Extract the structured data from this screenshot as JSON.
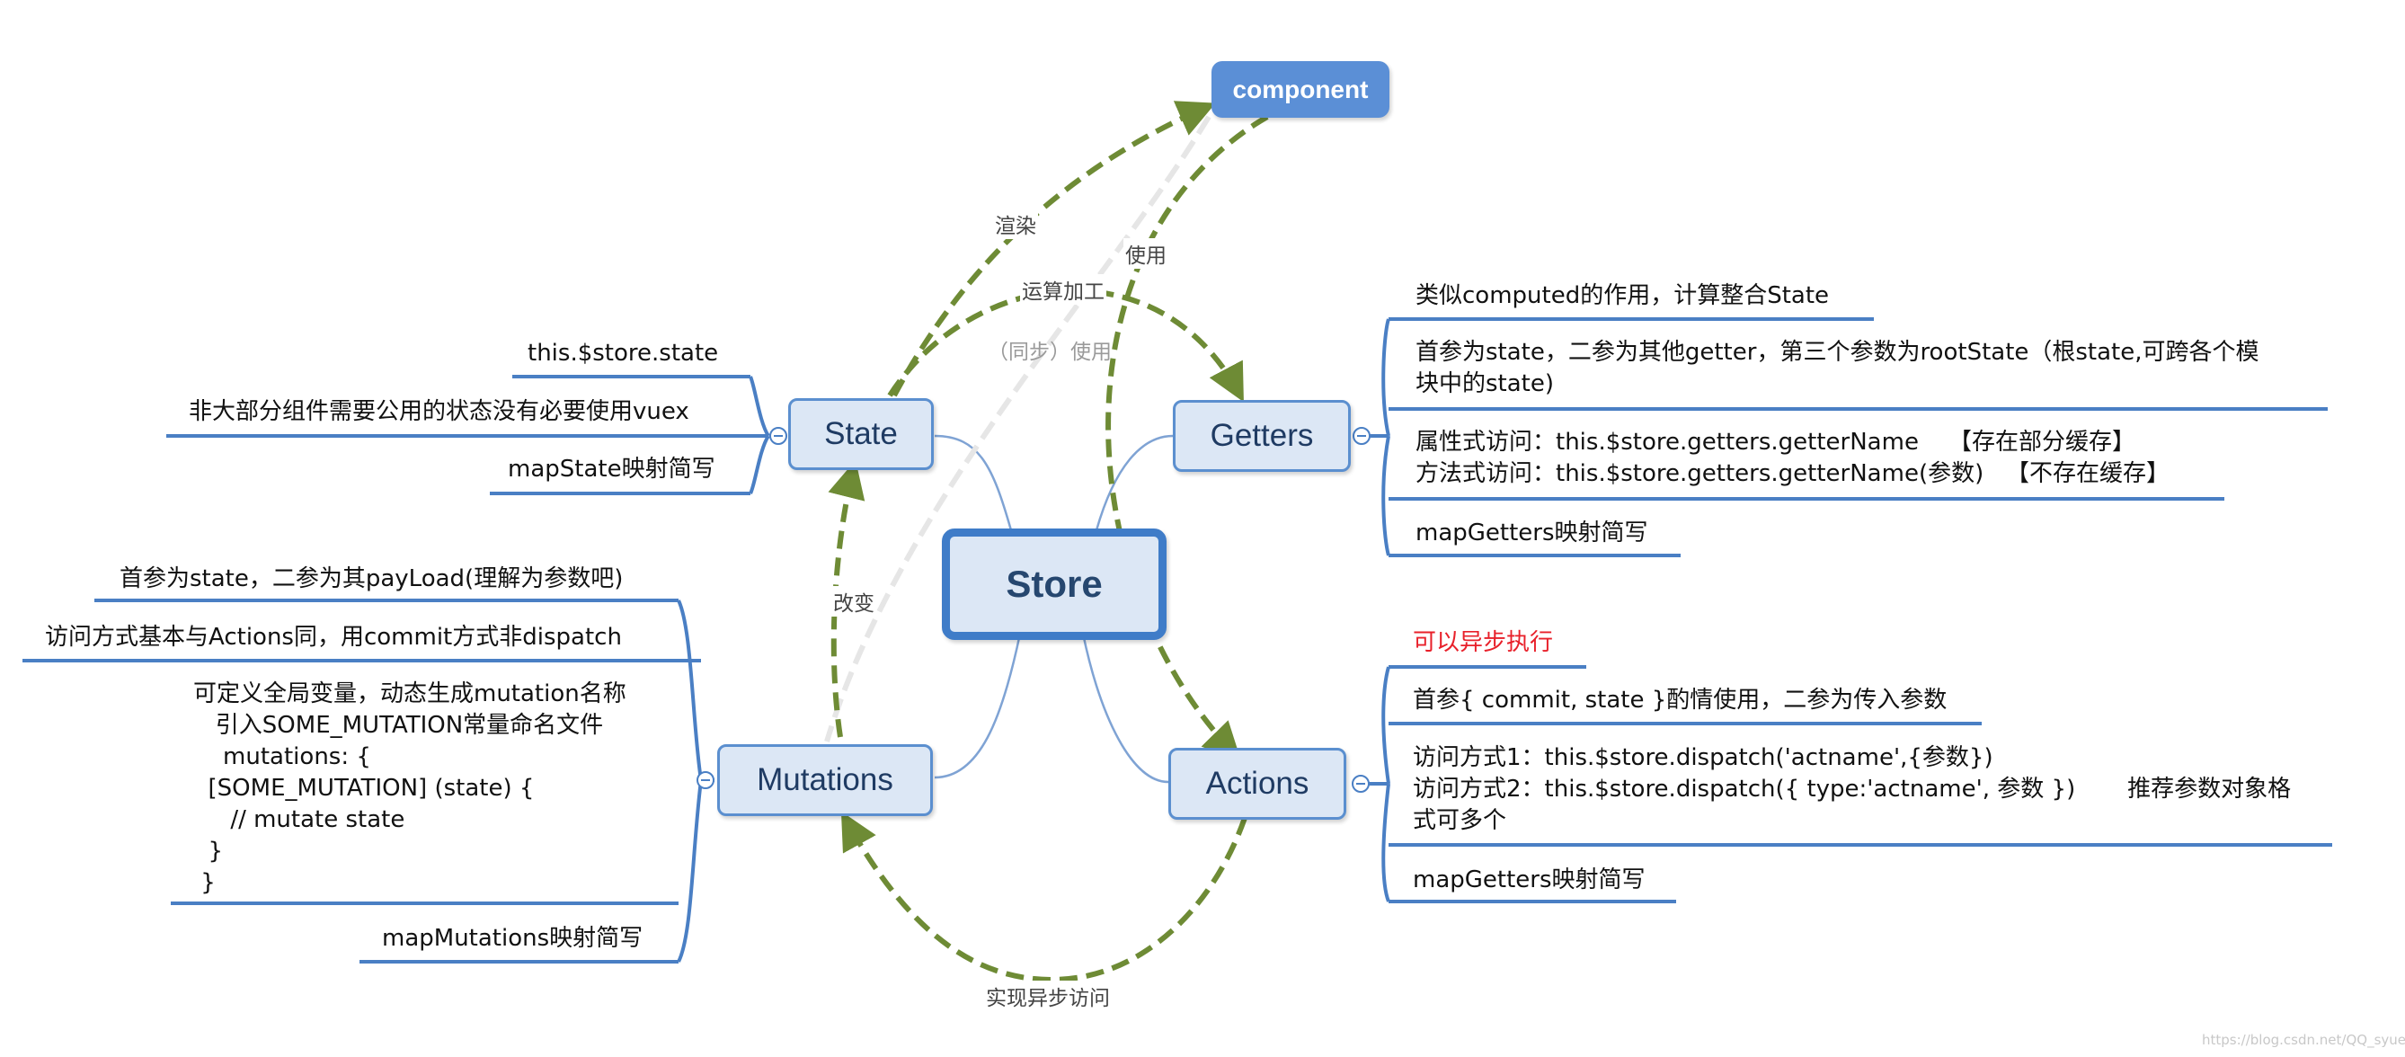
{
  "center": "Store",
  "component": "component",
  "nodes": {
    "state": "State",
    "getters": "Getters",
    "mutations": "Mutations",
    "actions": "Actions"
  },
  "state_items": [
    "this.$store.state",
    "非大部分组件需要公用的状态没有必要使用vuex",
    "mapState映射简写"
  ],
  "getters_items": [
    "类似computed的作用，计算整合State",
    "首参为state，二参为其他getter，第三个参数为rootState（根state,可跨各个模\n块中的state)",
    "属性式访问：this.$store.getters.getterName    【存在部分缓存】\n方法式访问：this.$store.getters.getterName(参数)   【不存在缓存】",
    "mapGetters映射简写"
  ],
  "mutations_items": [
    "首参为state，二参为其payLoad(理解为参数吧)",
    "访问方式基本与Actions同，用commit方式非dispatch",
    "可定义全局变量，动态生成mutation名称\n   引入SOME_MUTATION常量命名文件\n    mutations: {\n  [SOME_MUTATION] (state) {\n     // mutate state\n  }\n }",
    "mapMutations映射简写"
  ],
  "actions_items": [
    "可以异步执行",
    "首参{ commit, state }酌情使用，二参为传入参数",
    "访问方式1：this.$store.dispatch('actname',{参数})\n访问方式2：this.$store.dispatch({ type:'actname', 参数 })       推荐参数对象格\n式可多个",
    "mapGetters映射简写"
  ],
  "edge_labels": {
    "render": "渲染",
    "use": "使用",
    "compute": "运算加工",
    "sync_use": "（同步）使用",
    "change": "改变",
    "async_access": "实现异步访问"
  },
  "colors": {
    "node_fill": "#dce7f5",
    "node_border": "#5b8fcf",
    "center_border": "#3f7cc8",
    "component_fill": "#5b8fd6",
    "branch_line": "#4a7fc4",
    "dashed_arrow": "#6e8b35",
    "muted_arrow": "#e6e6e6",
    "highlight_text": "#e8202a"
  },
  "watermark": "https://blog.csdn.net/QQ_syue"
}
